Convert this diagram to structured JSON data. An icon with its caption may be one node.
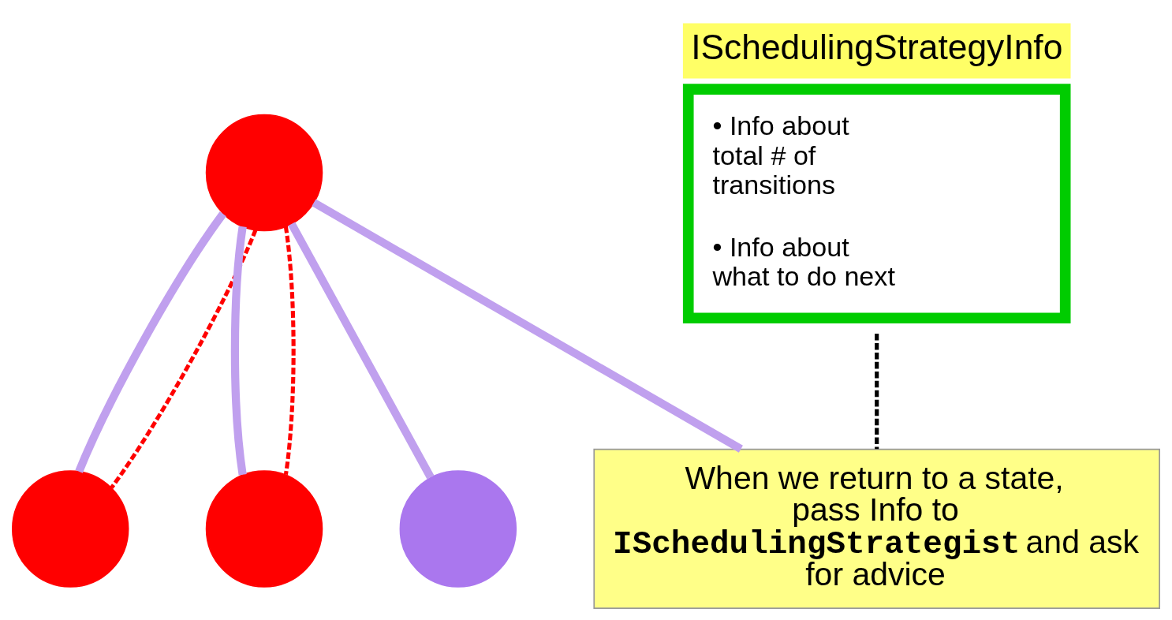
{
  "diagram": {
    "nodes": [
      {
        "text": [],
        "shape": "circle"
      },
      {
        "text": [],
        "shape": "circle"
      },
      {
        "text": [],
        "shape": "circle"
      },
      {
        "text": [],
        "shape": "circle"
      },
      {
        "text": [
          "ISchedulingStrategyInfo",
          "• Info about total # of transitions",
          "• Info about what to do next"
        ]
      },
      {
        "text": [
          "When we return to a state, pass Info to **ISchedulingStrategist** and ask for advice"
        ]
      }
    ],
    "edges": [
      {
        "from": 0,
        "to": 1,
        "arrow": "none"
      },
      {
        "from": 0,
        "to": 1,
        "arrow": "none",
        "style": "dashed",
        "color": "#ff0000"
      },
      {
        "from": 0,
        "to": 2,
        "arrow": "none"
      },
      {
        "from": 0,
        "to": 2,
        "arrow": "none",
        "style": "dashed",
        "color": "#ff0000"
      },
      {
        "from": 0,
        "to": 3,
        "arrow": "none"
      },
      {
        "from": 0,
        "to": 5,
        "arrow": "none"
      },
      {
        "from": 4,
        "to": 5,
        "arrow": "none",
        "style": "dashed",
        "color": "#000000"
      }
    ]
  }
}
